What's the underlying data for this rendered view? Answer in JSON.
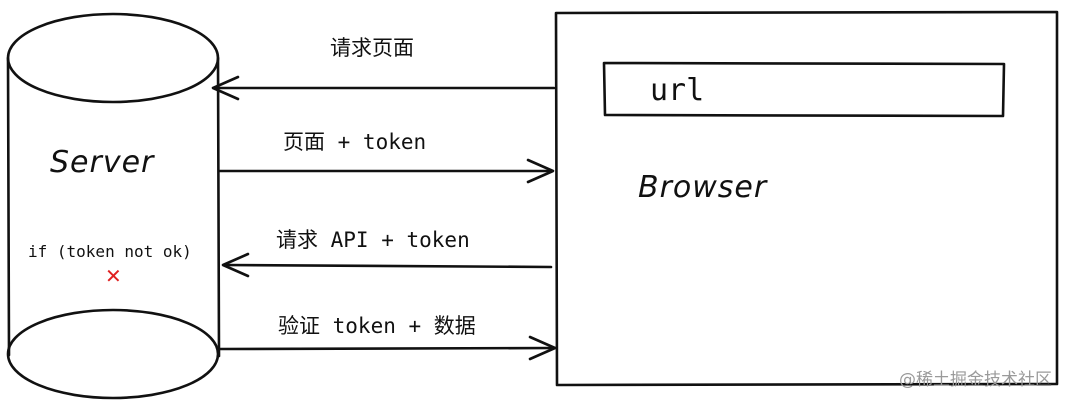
{
  "server": {
    "label": "Server",
    "condition": "if (token not ok)",
    "reject_mark": "✕",
    "reject_color": "#e02020"
  },
  "browser": {
    "label": "Browser",
    "address_bar": "url"
  },
  "arrows": [
    {
      "label": "请求页面",
      "direction": "browser-to-server"
    },
    {
      "label": "页面 + token",
      "direction": "server-to-browser"
    },
    {
      "label": "请求 API + token",
      "direction": "browser-to-server"
    },
    {
      "label": "验证 token + 数据",
      "direction": "server-to-browser"
    }
  ],
  "watermark": "@稀土掘金技术社区"
}
